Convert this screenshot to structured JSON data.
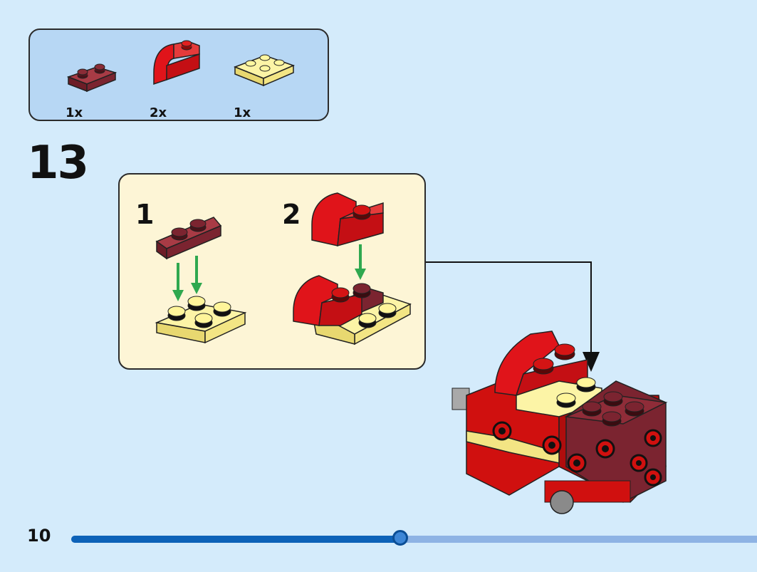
{
  "parts": [
    {
      "name": "dark-red-plate-1x2",
      "color": "#7b2430",
      "qty": "1x"
    },
    {
      "name": "red-curved-slope",
      "color": "#d0100f",
      "qty": "2x"
    },
    {
      "name": "yellow-plate-2x2",
      "color": "#fbf19a",
      "qty": "1x"
    }
  ],
  "step": {
    "number": "13"
  },
  "substeps": [
    {
      "label": "1"
    },
    {
      "label": "2"
    }
  ],
  "page": {
    "number": "10"
  },
  "progress": {
    "percent": 48
  },
  "colors": {
    "background": "#d4ebfb",
    "parts_panel": "#b7d7f4",
    "substep_panel": "#fdf5d6",
    "arrow": "#2fa84f",
    "progress_fill": "#0d62b8",
    "progress_track": "#8eb3e4"
  }
}
